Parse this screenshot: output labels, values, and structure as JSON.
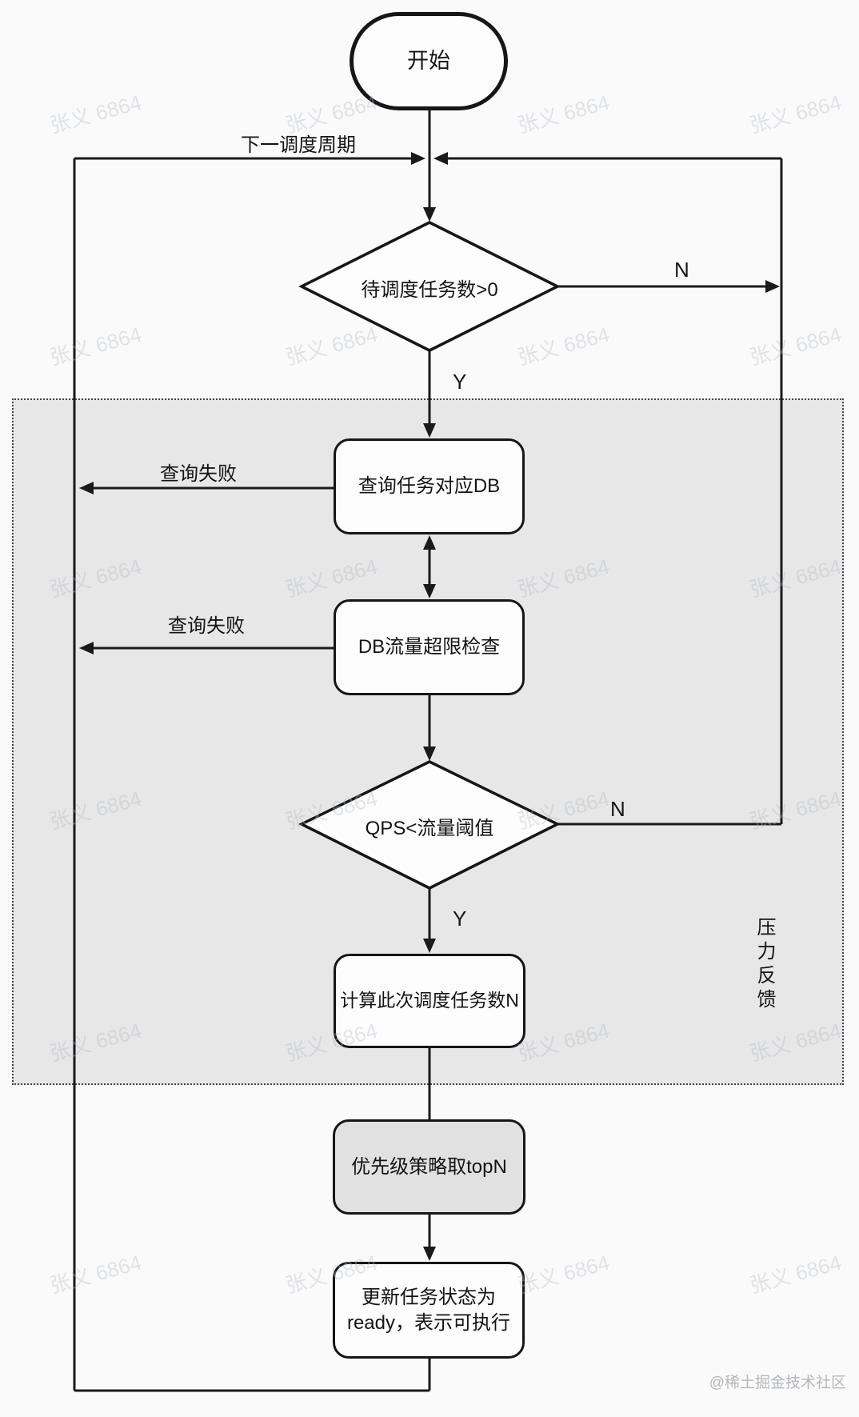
{
  "flow": {
    "start": "开始",
    "loop_label": "下一调度周期",
    "decision_pending": "待调度任务数>0",
    "label_n1": "N",
    "label_y1": "Y",
    "query_fail_1": "查询失败",
    "box_query_db": "查询任务对应DB",
    "box_traffic_check": "DB流量超限检查",
    "query_fail_2": "查询失败",
    "decision_qps": "QPS<流量阈值",
    "label_n2": "N",
    "label_y2": "Y",
    "box_calc": "计算此次调度任务数N",
    "region_label": "压力反馈",
    "box_topn": "优先级策略取topN",
    "box_ready_line1": "更新任务状态为",
    "box_ready_line2": "ready，表示可执行"
  },
  "watermark": {
    "text": "张义 6864",
    "credit": "@稀土掘金技术社区"
  },
  "colors": {
    "line": "#1a1a1a",
    "region_fill": "#e7e7e7",
    "node_fill": "#fdfdfd",
    "topn_fill": "#e1e1e1",
    "background": "#fafafa"
  }
}
